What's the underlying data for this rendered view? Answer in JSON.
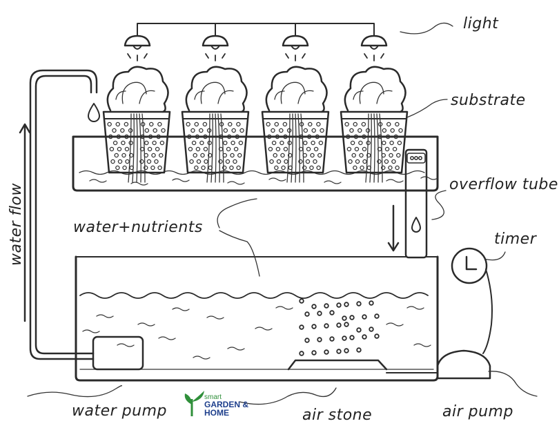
{
  "labels": {
    "light": "light",
    "substrate": "substrate",
    "overflow_tube": "overflow tube",
    "timer": "timer",
    "water_nutrients": "water+nutrients",
    "water_flow": "water flow",
    "water_pump": "water pump",
    "air_stone": "air stone",
    "air_pump": "air pump"
  },
  "logo": {
    "line1": "smart",
    "line2": "GARDEN &",
    "line3": "HOME",
    "colors": {
      "green": "#2f8f3a",
      "blue": "#1e3f8c"
    }
  },
  "icons": [
    "hanging-lamp-icon",
    "plant-pot-icon",
    "water-drop-icon",
    "clock-icon",
    "flow-arrow-icon"
  ]
}
